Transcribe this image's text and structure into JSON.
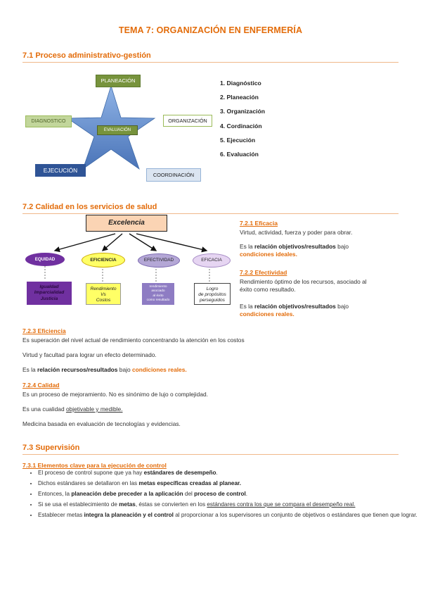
{
  "doc": {
    "title": "TEMA 7: ORGANIZACIÓN EN ENFERMERÍA",
    "s71": {
      "heading": "7.1 Proceso administrativo-gestión",
      "diagram": {
        "planeacion": "PLANEACIÓN",
        "diagnostico": "DIAGNOSTICO",
        "organizacion": "ORGANIZACIÓN",
        "evaluacion": "EVALUACIÓN",
        "ejecucion": "EJECUCIÓN",
        "coordinacion": "COORDINACIÓN"
      },
      "steps": [
        "1. Diagnóstico",
        "2. Planeación",
        "3. Organización",
        "4. Cordinación",
        "5. Ejecución",
        "6. Evaluación"
      ]
    },
    "s72": {
      "heading": "7.2 Calidad en los servicios de salud",
      "tree": {
        "root": "Excelencia",
        "nodes": [
          "EQUIDAD",
          "EFICIENCIA",
          "EFECTIVIDAD",
          "EFICACIA"
        ],
        "boxes": {
          "equidad": [
            "Igualdad",
            "Imparcialidad",
            "Justicia"
          ],
          "eficiencia": [
            "Rendimiento",
            "Vs",
            "Costos"
          ],
          "efectividad": [
            "rendimiento",
            "asociado",
            "al éxito",
            "como resultado"
          ],
          "eficacia": [
            "Logro",
            "de propósitos",
            "perseguidos"
          ]
        }
      },
      "eficacia": {
        "heading": "7.2.1 Eficacia",
        "p1": "Virtud, actividad, fuerza y poder para obrar.",
        "p2a": "Es la ",
        "p2b": "relación objetivos/resultados",
        "p2c": " bajo",
        "p2d": "condiciones ideales."
      },
      "efectividad": {
        "heading": "7.2.2 Efectividad",
        "p1a": "Rendimiento óptimo de los recursos, asociado al",
        "p1b": "éxito como resultado.",
        "p2a": "Es la ",
        "p2b": "relación objetivos/resultados",
        "p2c": " bajo",
        "p2d": "condiciones reales."
      },
      "eficiencia": {
        "heading": "7.2.3 Eficiencia",
        "p1": "Es superación del nivel actual de rendimiento concentrando la atención en los costos",
        "p2": "Virtud y facultad para lograr un efecto determinado.",
        "p3a": "Es la ",
        "p3b": "relación recursos/resultados",
        "p3c": " bajo ",
        "p3d": "condiciones reales."
      },
      "calidad": {
        "heading": "7.2.4 Calidad",
        "p1": "Es un proceso de mejoramiento. No es sinónimo de lujo o complejidad.",
        "p2a": "Es una cualidad ",
        "p2b": "objetivable y medible.",
        "p3": "Medicina basada en evaluación de tecnologías y evidencias."
      }
    },
    "s73": {
      "heading": "7.3 Supervisión",
      "sub": "7.3.1 Elementos clave para la ejecución de control",
      "b1a": "El proceso de control supone que ya hay ",
      "b1b": "estándares de desempeño",
      "b1c": ".",
      "b2a": "Dichos estándares se detallaron en las ",
      "b2b": "metas específicas creadas al planear.",
      "b3a": "Entonces, la ",
      "b3b": "planeación debe preceder a la aplicación",
      "b3c": "  del ",
      "b3d": "proceso de control",
      "b3e": ".",
      "b4a": "Si se usa el establecimiento de ",
      "b4b": "metas",
      "b4c": ", éstas se convierten en los ",
      "b4d": "estándares contra los que se compara el desempeño real.",
      "b5a": "Establecer metas ",
      "b5b": "integra la planeación y el control",
      "b5c": " al proporcionar a los supervisores un conjunto de objetivos o estándares que tienen que lograr."
    }
  },
  "colors": {
    "accent": "#e36c0a",
    "star": "#5b87c7",
    "purple": "#7030a0",
    "yellow": "#ffff66",
    "green_box": "#77933c",
    "blue_box": "#2f5496"
  }
}
